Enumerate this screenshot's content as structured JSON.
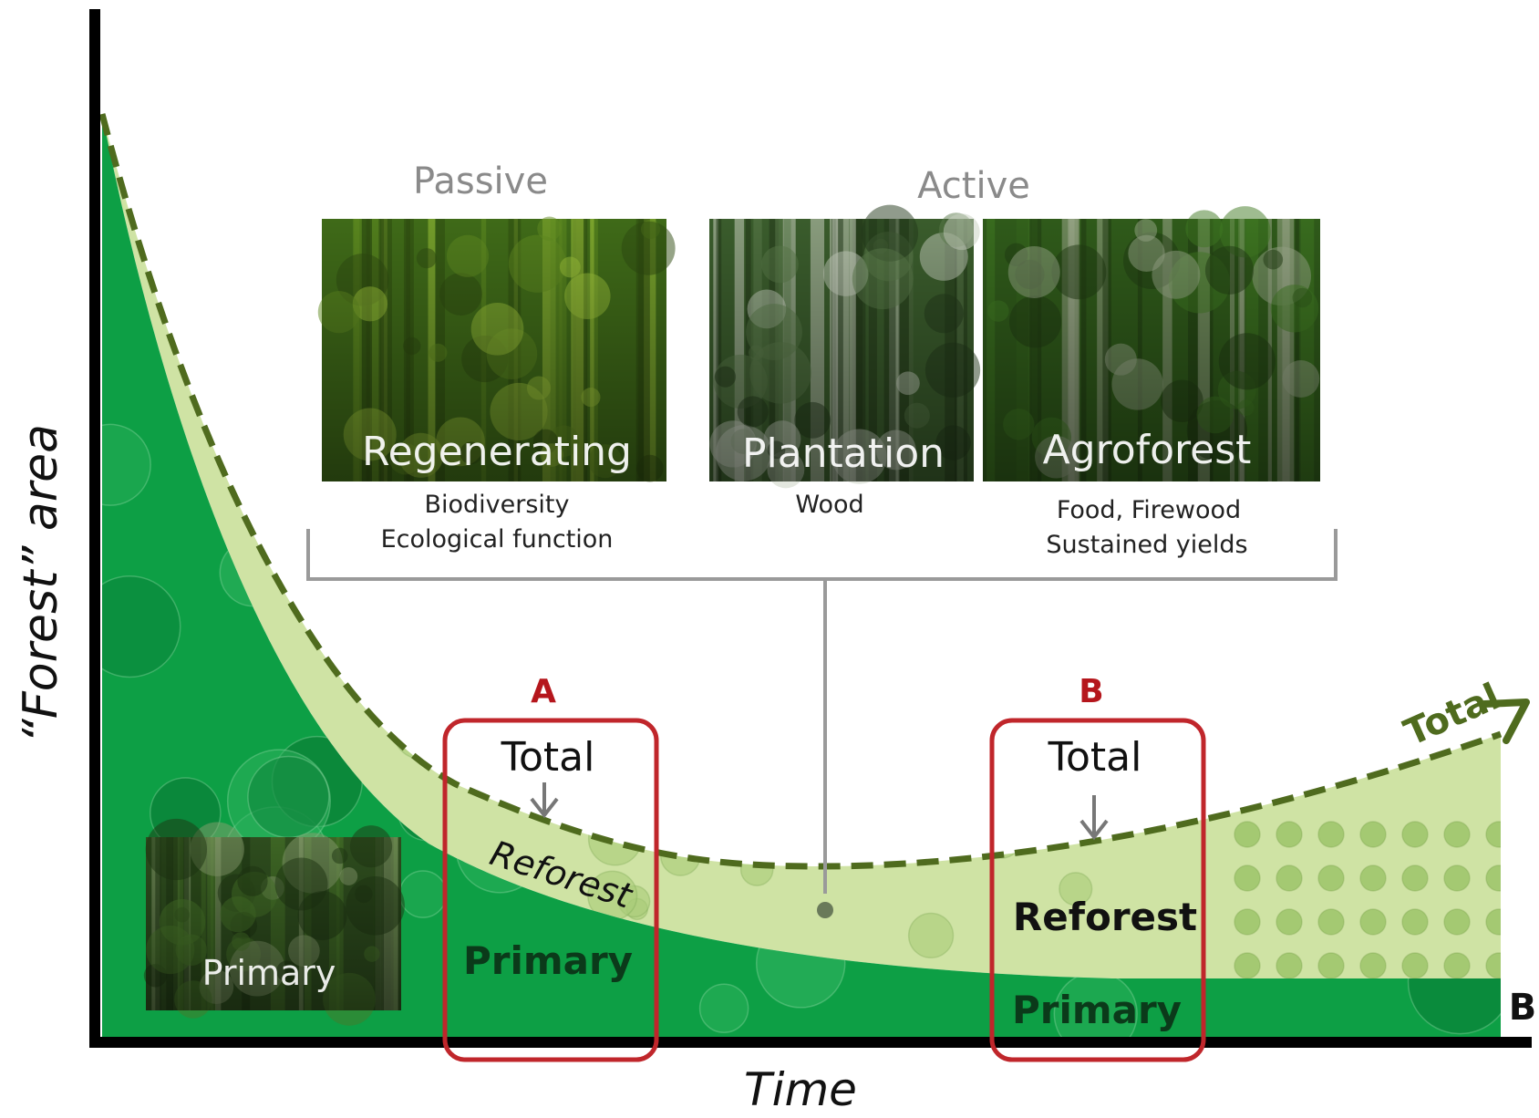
{
  "axes": {
    "y_label": "“Forest” area",
    "x_label": "Time"
  },
  "categories": {
    "passive_heading": "Passive",
    "active_heading": "Active"
  },
  "photos": [
    {
      "label": "Regenerating",
      "caption_lines": [
        "Biodiversity",
        "Ecological function"
      ],
      "palette": [
        "#2e4a10",
        "#5f8a20",
        "#9cc23a"
      ]
    },
    {
      "label": "Plantation",
      "caption_lines": [
        "Wood"
      ],
      "palette": [
        "#22381a",
        "#5a7a4a",
        "#c8cfc0"
      ]
    },
    {
      "label": "Agroforest",
      "caption_lines": [
        "Food, Firewood",
        "Sustained yields"
      ],
      "palette": [
        "#1f3a12",
        "#3f7a22",
        "#9aa88a"
      ]
    }
  ],
  "primary_photo": {
    "label": "Primary"
  },
  "box_a": {
    "letter": "A",
    "total": "Total",
    "reforest": "Reforest",
    "primary": "Primary"
  },
  "box_b": {
    "letter": "B",
    "total": "Total",
    "reforest": "Reforest",
    "primary": "Primary"
  },
  "curve_total_label": "Total",
  "end_marker": "B",
  "colors": {
    "primary_fill": "#0d9f45",
    "reforest_fill": "#cfe3a4",
    "total_line": "#4f6b1e",
    "box_outline": "#c0262b",
    "letter_color": "#b5161c",
    "heading_gray": "#8a8a8a",
    "bracket_gray": "#9a9a9a"
  }
}
